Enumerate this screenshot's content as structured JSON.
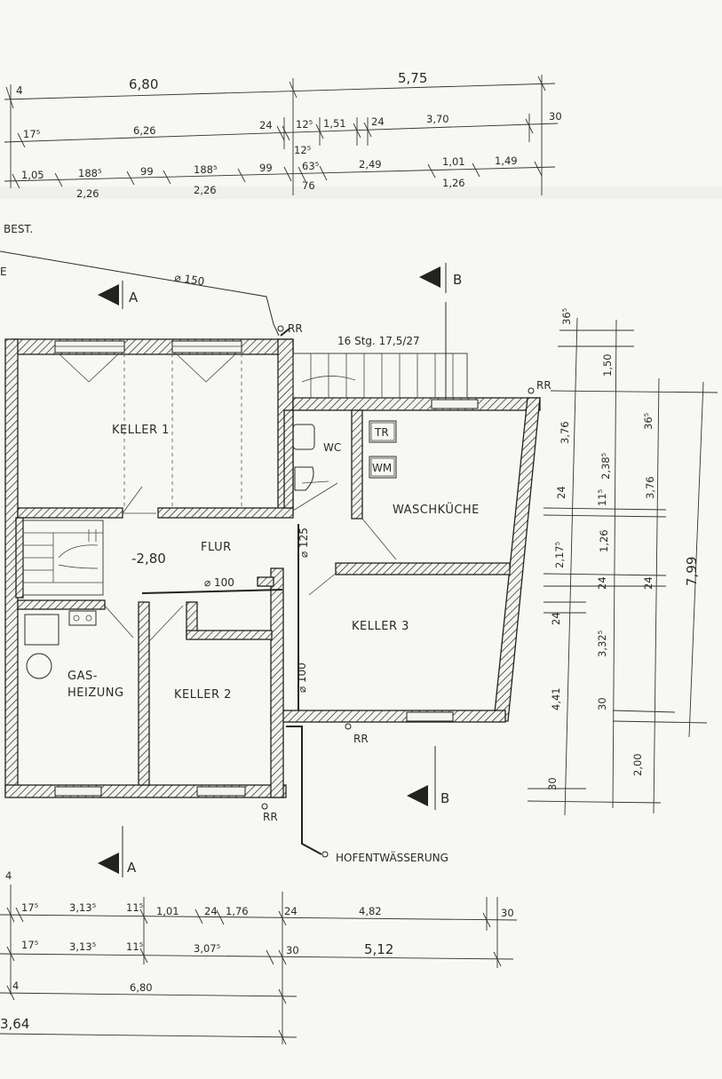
{
  "rooms": {
    "keller1": "KELLER 1",
    "keller2": "KELLER 2",
    "keller3": "KELLER 3",
    "flur": "FLUR",
    "flur_level": "-2,80",
    "waschkueche": "WASCHKÜCHE",
    "gas_line1": "GAS-",
    "gas_line2": "HEIZUNG",
    "wc": "WC",
    "tr": "TR",
    "wm": "WM"
  },
  "labels": {
    "best": "BEST.",
    "left_e": "E",
    "hofentwaesserung": "HOFENTWÄSSERUNG",
    "stairs": "16 Stg. 17,5/27",
    "pipe_150": "⌀ 150",
    "pipe_100_h": "⌀ 100",
    "pipe_125": "⌀ 125",
    "pipe_100_v": "⌀ 100",
    "rr": "RR",
    "section_a": "A",
    "section_b": "B"
  },
  "dims_top": {
    "r1": [
      "4",
      "6,80",
      "5,75"
    ],
    "r2": [
      "17⁵",
      "6,26",
      "24",
      "12⁵",
      "1,51",
      "24",
      "3,70",
      "30"
    ],
    "r3a": [
      "1,05",
      "188⁵",
      "99",
      "188⁵",
      "99",
      "12⁵",
      "63⁵",
      "2,49",
      "1,01",
      "1,49"
    ],
    "r3b": [
      "2,26",
      "2,26",
      "76",
      "1,26"
    ]
  },
  "dims_bottom": {
    "r1": [
      "4",
      "17⁵",
      "3,13⁵",
      "11⁵",
      "1,01",
      "24",
      "1,76",
      "24",
      "4,82",
      "30"
    ],
    "r2": [
      "17⁵",
      "3,13⁵",
      "11⁵",
      "3,07⁵",
      "30",
      "5,12"
    ],
    "r3": [
      "4",
      "6,80"
    ],
    "r4": [
      "3,64"
    ]
  },
  "dims_right": {
    "c1": [
      "36⁵",
      "3,76",
      "24",
      "2,17⁵",
      "24",
      "4,41",
      "30"
    ],
    "c2": [
      "1,50",
      "2,38⁵",
      "11⁵",
      "1,26",
      "24",
      "3,32⁵",
      "30",
      "2,00"
    ],
    "c3": [
      "36⁵",
      "3,76",
      "24"
    ],
    "c4": [
      "7,99"
    ]
  }
}
